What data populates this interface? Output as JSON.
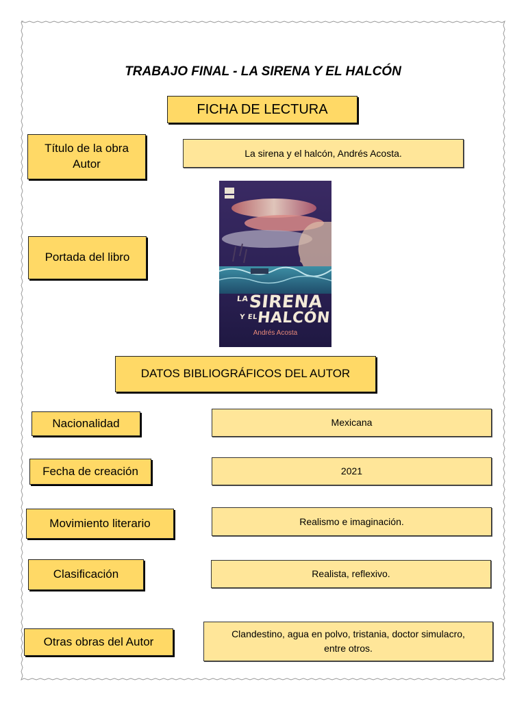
{
  "document": {
    "title": "TRABAJO FINAL - LA SIRENA Y EL HALCÓN",
    "subtitle": "FICHA DE LECTURA",
    "section_heading": "DATOS BIBLIOGRÁFICOS DEL AUTOR"
  },
  "fields": {
    "title_author": {
      "label_line1": "Título de la obra",
      "label_line2": "Autor",
      "value": "La sirena y el halcón, Andrés Acosta."
    },
    "cover": {
      "label": "Portada del libro"
    },
    "nationality": {
      "label": "Nacionalidad",
      "value": "Mexicana"
    },
    "creation_date": {
      "label": "Fecha de creación",
      "value": "2021"
    },
    "movement": {
      "label": "Movimiento literario",
      "value": "Realismo e imaginación."
    },
    "classification": {
      "label": "Clasificación",
      "value": "Realista, reflexivo."
    },
    "other_works": {
      "label": "Otras obras del Autor",
      "value_line1": "Clandestino, agua en polvo, tristania, doctor simulacro,",
      "value_line2": "entre otros."
    }
  },
  "book_cover": {
    "title_la": "LA",
    "title_sirena": "SIRENA",
    "title_y_el": "Y EL",
    "title_halcon": "HALCÓN",
    "author": "Andrés Acosta"
  },
  "colors": {
    "label_fill": "#ffd966",
    "value_fill": "#ffe699",
    "cover_bg": "#2b2052"
  }
}
